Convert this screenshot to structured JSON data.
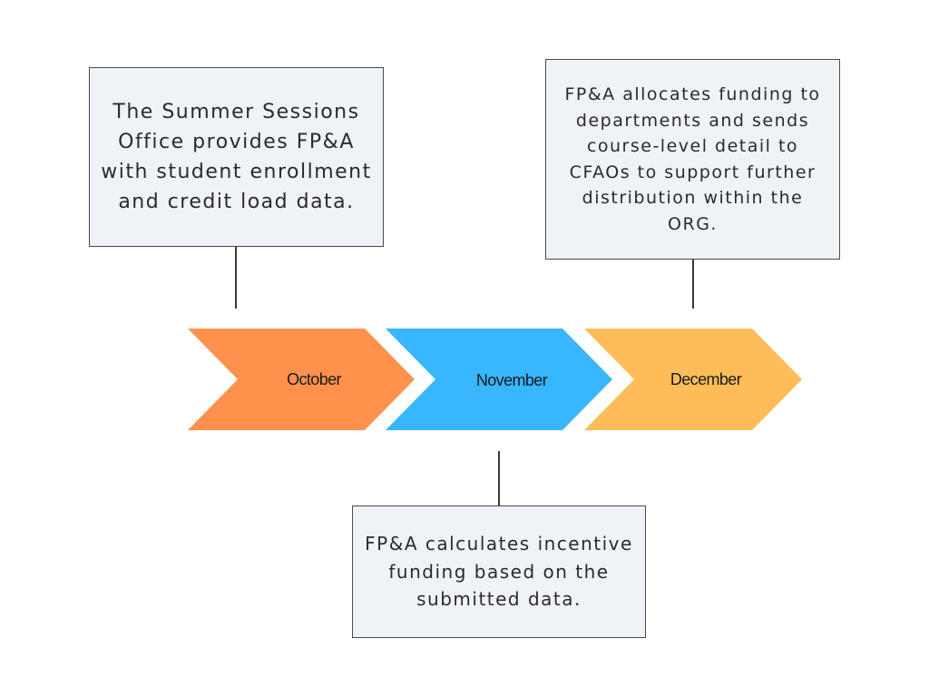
{
  "timeline": {
    "stages": [
      {
        "label": "October",
        "color": "#ff914d"
      },
      {
        "label": "November",
        "color": "#38b6ff"
      },
      {
        "label": "December",
        "color": "#ffbd59"
      }
    ]
  },
  "notes": {
    "october": "The Summer Sessions Office provides FP&A with student enrollment and credit load data.",
    "december": "FP&A allocates funding to departments and sends course-level detail to CFAOs to support further distribution within the ORG.",
    "november": "FP&A calculates incentive funding based on the submitted data."
  },
  "colors": {
    "note_background": "#eff2f6",
    "note_border": "#4a4a4a",
    "connector": "#3a3a3a"
  }
}
